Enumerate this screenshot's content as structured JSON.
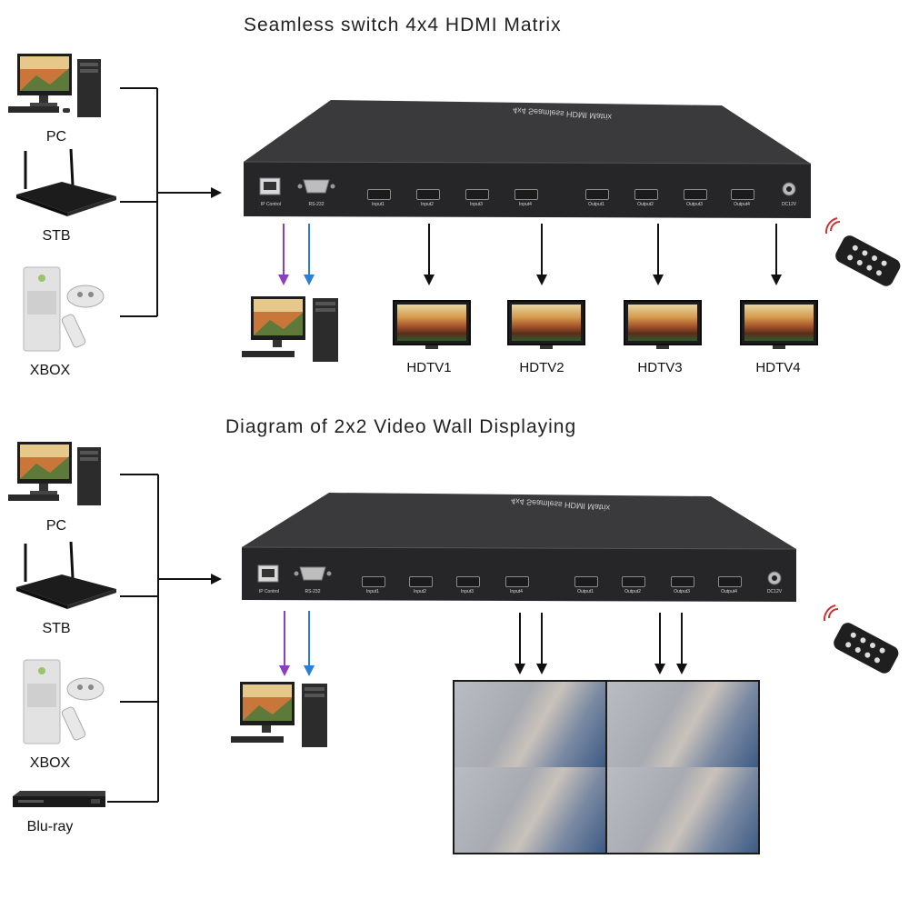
{
  "top_section": {
    "title": "Seamless switch 4x4 HDMI Matrix",
    "sources": [
      {
        "label": "PC",
        "icon": "desktop-pc-icon"
      },
      {
        "label": "STB",
        "icon": "router-stb-icon"
      },
      {
        "label": "XBOX",
        "icon": "game-console-icon"
      }
    ],
    "device": {
      "top_text": "4x4 Seamless HDMI Matrix",
      "ports": [
        "IP Control",
        "RS-232",
        "Input1",
        "Input2",
        "Input3",
        "Input4",
        "Output1",
        "Output2",
        "Output3",
        "Output4",
        "DC12V"
      ]
    },
    "outputs": [
      "HDTV1",
      "HDTV2",
      "HDTV3",
      "HDTV4"
    ]
  },
  "bottom_section": {
    "title": "Diagram of 2x2 Video Wall Displaying",
    "sources": [
      {
        "label": "PC",
        "icon": "desktop-pc-icon"
      },
      {
        "label": "STB",
        "icon": "router-stb-icon"
      },
      {
        "label": "XBOX",
        "icon": "game-console-icon"
      },
      {
        "label": "Blu-ray",
        "icon": "bluray-player-icon"
      }
    ],
    "device": {
      "top_text": "4x4 Seamless HDMI Matrix",
      "ports": [
        "IP Control",
        "RS-232",
        "Input1",
        "Input2",
        "Input3",
        "Input4",
        "Output1",
        "Output2",
        "Output3",
        "Output4",
        "DC12V"
      ]
    }
  },
  "colors": {
    "control_arrow_purple": "#8a3fbf",
    "control_arrow_blue": "#2a7fd6",
    "device_body": "#2c2c2e",
    "line": "#111111"
  }
}
